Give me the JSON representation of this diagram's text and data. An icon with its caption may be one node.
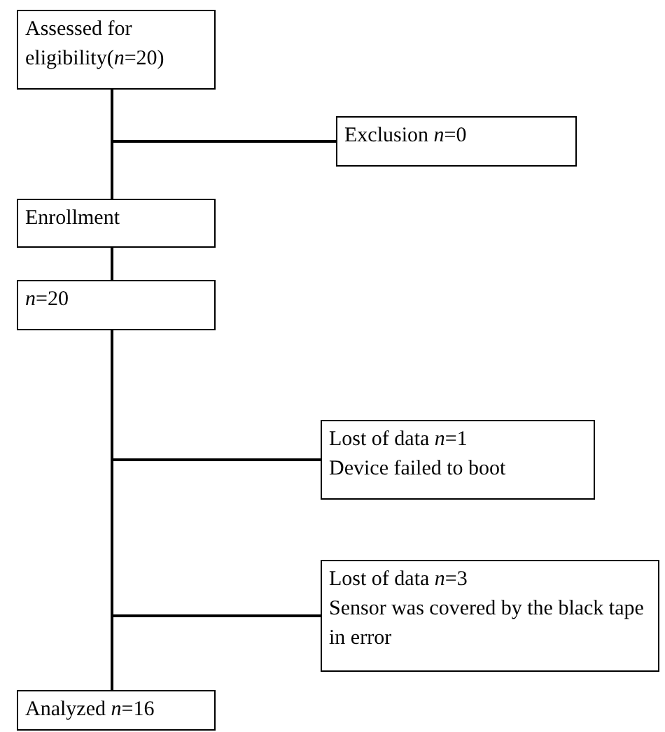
{
  "diagram": {
    "nodes": [
      {
        "text": [
          "Assessed for eligibility(*n*=20)"
        ]
      },
      {
        "text": [
          "Exclusion *n*=0"
        ]
      },
      {
        "text": [
          "Enrollment"
        ]
      },
      {
        "text": [
          "*n*=20"
        ]
      },
      {
        "text": [
          "Lost of data *n*=1",
          "Device failed to boot"
        ]
      },
      {
        "text": [
          "Lost of data *n*=3",
          "Sensor was covered by the black tape in error"
        ]
      },
      {
        "text": [
          "Analyzed *n*=16"
        ]
      }
    ],
    "edges": [
      {
        "from": 0,
        "to": 2,
        "arrow": "none"
      },
      {
        "from": 0,
        "to": 1,
        "arrow": "none"
      },
      {
        "from": 2,
        "to": 3,
        "arrow": "none"
      },
      {
        "from": 3,
        "to": 6,
        "arrow": "none"
      },
      {
        "from": 3,
        "to": 4,
        "arrow": "none"
      },
      {
        "from": 3,
        "to": 5,
        "arrow": "none"
      }
    ]
  }
}
